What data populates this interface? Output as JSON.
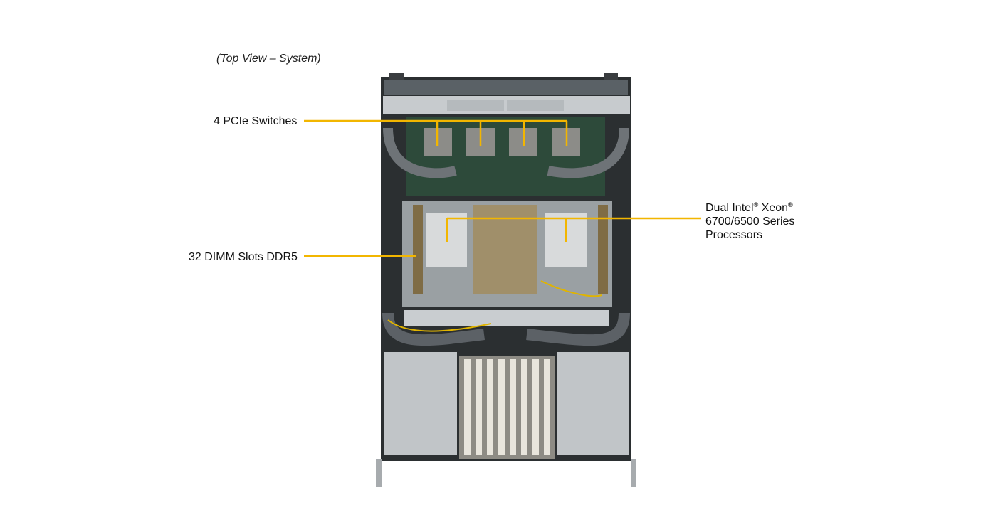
{
  "caption": "(Top View – System)",
  "callouts": {
    "pcie_switches": "4 PCIe Switches",
    "dimm_slots": "32 DIMM Slots DDR5",
    "cpu_line1_a": "Dual Intel",
    "cpu_line1_b": " Xeon",
    "cpu_reg": "®",
    "cpu_line2": "6700/6500 Series",
    "cpu_line3": "Processors"
  },
  "colors": {
    "callout_line": "#f2b600",
    "chassis": "#2b2f31",
    "board": "#2d4a3a",
    "metal": "#c9cdd0"
  }
}
